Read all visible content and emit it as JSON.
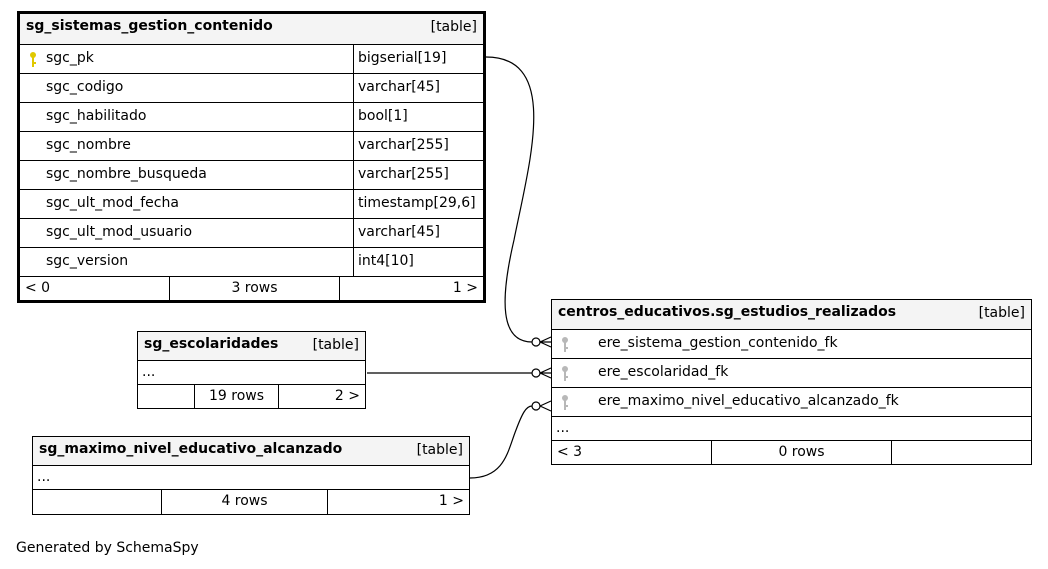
{
  "tables": {
    "sistemas": {
      "name": "sg_sistemas_gestion_contenido",
      "kind": "[table]",
      "columns": [
        {
          "name": "sgc_pk",
          "type": "bigserial[19]",
          "pk": true
        },
        {
          "name": "sgc_codigo",
          "type": "varchar[45]"
        },
        {
          "name": "sgc_habilitado",
          "type": "bool[1]"
        },
        {
          "name": "sgc_nombre",
          "type": "varchar[255]"
        },
        {
          "name": "sgc_nombre_busqueda",
          "type": "varchar[255]"
        },
        {
          "name": "sgc_ult_mod_fecha",
          "type": "timestamp[29,6]"
        },
        {
          "name": "sgc_ult_mod_usuario",
          "type": "varchar[45]"
        },
        {
          "name": "sgc_version",
          "type": "int4[10]"
        }
      ],
      "footer": {
        "left": "< 0",
        "center": "3 rows",
        "right": "1 >"
      }
    },
    "escolaridades": {
      "name": "sg_escolaridades",
      "kind": "[table]",
      "ellipsis": "...",
      "footer": {
        "left": "",
        "center": "19 rows",
        "right": "2 >"
      }
    },
    "maximo": {
      "name": "sg_maximo_nivel_educativo_alcanzado",
      "kind": "[table]",
      "ellipsis": "...",
      "footer": {
        "left": "",
        "center": "4 rows",
        "right": "1 >"
      }
    },
    "estudios": {
      "name": "centros_educativos.sg_estudios_realizados",
      "kind": "[table]",
      "columns": [
        {
          "name": "ere_sistema_gestion_contenido_fk",
          "fk": true
        },
        {
          "name": "ere_escolaridad_fk",
          "fk": true
        },
        {
          "name": "ere_maximo_nivel_educativo_alcanzado_fk",
          "fk": true
        }
      ],
      "ellipsis": "...",
      "footer": {
        "left": "< 3",
        "center": "0 rows",
        "right": ""
      }
    }
  },
  "colors": {
    "pk_key": "#e0c800",
    "fk_key": "#b8b8b8",
    "header_bg": "#f4f4f4"
  },
  "footer_text": "Generated by SchemaSpy"
}
